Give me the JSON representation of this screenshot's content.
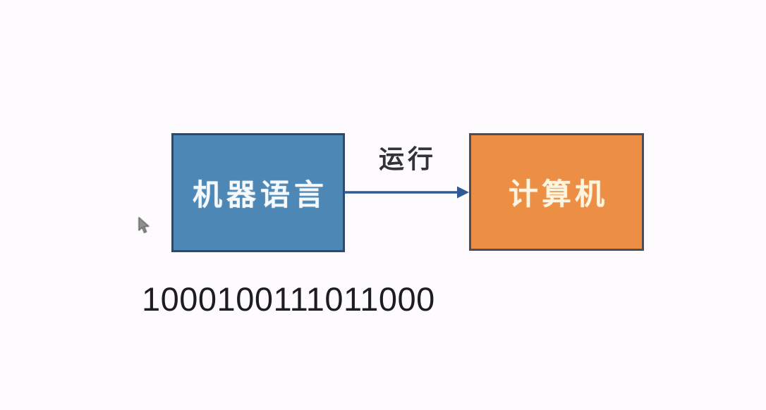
{
  "diagram": {
    "machine_language_box": {
      "label": "机器语言",
      "fill_color": "#4d87b5",
      "border_color": "#2b4a6e",
      "text_color": "#f6f9fc"
    },
    "computer_box": {
      "label": "计算机",
      "fill_color": "#ec8e44",
      "border_color": "#4a4e59",
      "text_color": "#fdf5df"
    },
    "arrow": {
      "label": "运行",
      "color": "#2f5a96",
      "direction": "left-to-right"
    },
    "binary_code": "1000100111011000"
  }
}
